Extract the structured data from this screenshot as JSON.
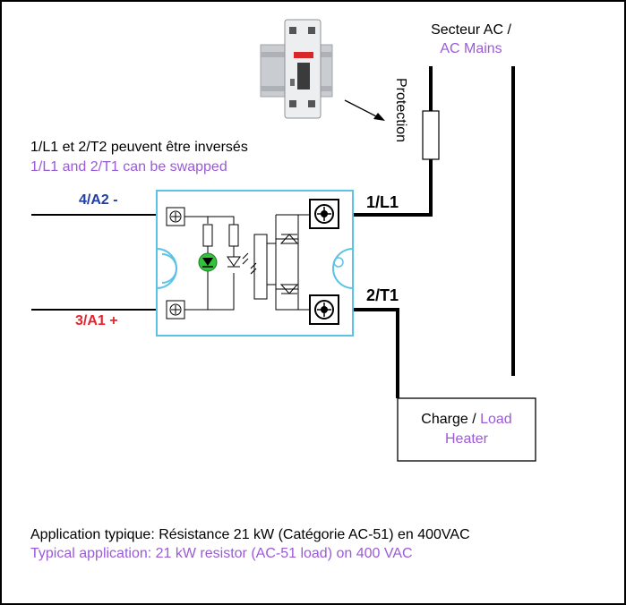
{
  "mains": {
    "label_fr": "Secteur AC /",
    "label_en": "AC Mains"
  },
  "protection": {
    "label": "Protection"
  },
  "swap_note": {
    "fr": "1/L1 et 2/T2 peuvent être inversés",
    "en": "1/L1 and 2/T1 can be swapped"
  },
  "terminals": {
    "a2": "4/A2 -",
    "a1": "3/A1 +",
    "l1": "1/L1",
    "t1": "2/T1"
  },
  "load": {
    "charge": "Charge /",
    "load": "Load",
    "heater": "Heater"
  },
  "application": {
    "fr": "Application typique: Résistance 21 kW (Catégorie AC-51) en 400VAC",
    "en": "Typical application: 21 kW resistor (AC-51 load) on 400 VAC"
  },
  "colors": {
    "purple_text": "#9a5bd6",
    "a2_label": "#1f3fa6",
    "a1_label": "#e0262e",
    "relay_outline": "#5cc3e6",
    "led_green": "#33c23a"
  }
}
